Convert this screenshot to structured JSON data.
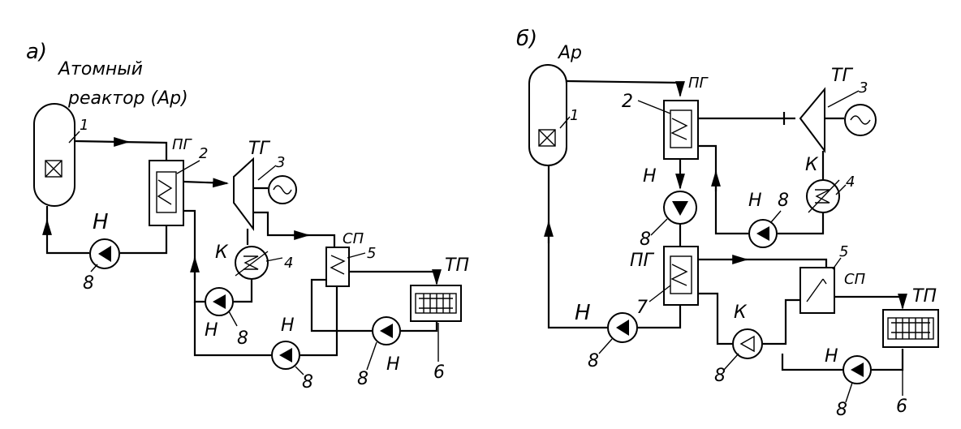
{
  "panels": [
    {
      "tag": "а)",
      "reactor_label_line1": "Атомный",
      "reactor_label_line2": "реактор (Ар)",
      "pg": "ПГ",
      "tg": "ТГ",
      "k": "К",
      "sp": "СП",
      "tp": "ТП",
      "pumps": [
        "Н",
        "Н",
        "Н",
        "Н"
      ],
      "numbers": [
        "1",
        "2",
        "3",
        "4",
        "5",
        "6",
        "8",
        "8",
        "8",
        "8"
      ]
    },
    {
      "tag": "б)",
      "reactor_label": "Ар",
      "pg_top": "ПГ",
      "pg_bottom": "ПГ",
      "tg": "ТГ",
      "k_condenser": "К",
      "k_pump": "К",
      "sp": "СП",
      "tp": "ТП",
      "pumps": [
        "Н",
        "Н",
        "Н",
        "Н"
      ],
      "numbers": [
        "1",
        "2",
        "3",
        "4",
        "5",
        "6",
        "7",
        "8",
        "8",
        "8",
        "8",
        "8"
      ]
    }
  ]
}
